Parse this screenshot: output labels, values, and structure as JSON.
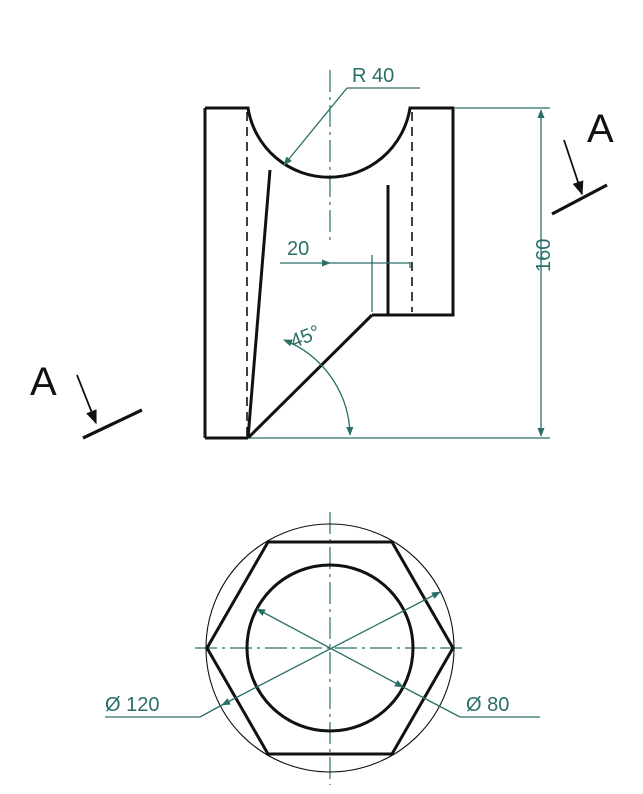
{
  "drawing": {
    "section_label_right": "A",
    "section_label_left": "A",
    "dim_radius": "R 40",
    "dim_offset": "20",
    "dim_angle": "45°",
    "dim_height": "160",
    "dim_outer_diameter": "Ø 120",
    "dim_inner_diameter": "Ø 80"
  },
  "colors": {
    "outline": "#111111",
    "dimension": "#2a6f67",
    "background": "#ffffff"
  }
}
